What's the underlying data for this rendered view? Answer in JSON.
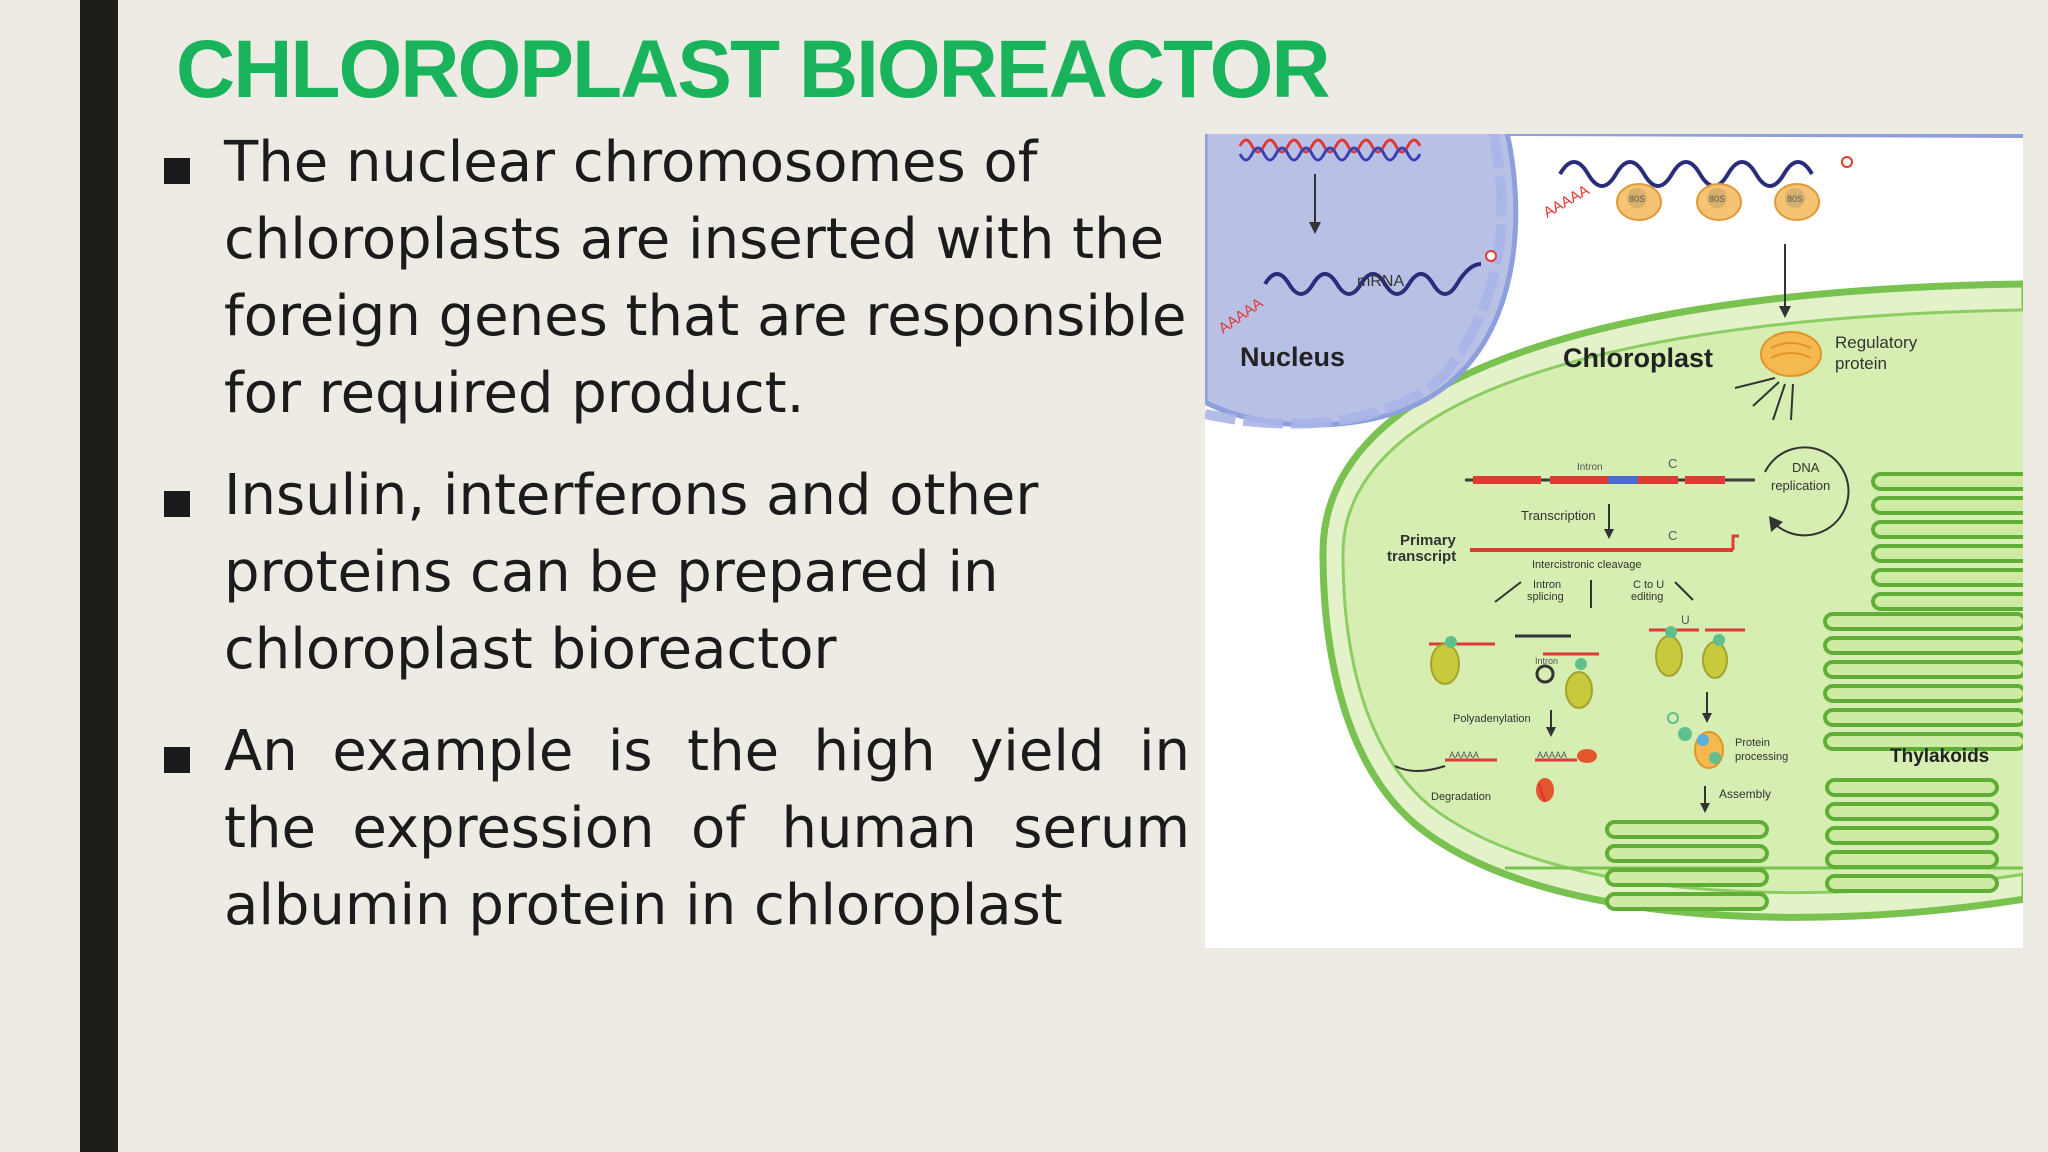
{
  "title": "CHLOROPLAST BIOREACTOR",
  "bullets": [
    "The nuclear chromosomes of chloroplasts are inserted with the foreign genes that are responsible for required product.",
    "Insulin, interferons and other proteins can be prepared in chloroplast bioreactor",
    "An example is the high yield in the expression of human serum albumin protein in chloroplast"
  ],
  "figure": {
    "nucleus": "Nucleus",
    "mrna": "mRNA",
    "chloroplast": "Chloroplast",
    "regulatory_protein": [
      "Regulatory",
      "protein"
    ],
    "dna_replication": [
      "DNA",
      "replication"
    ],
    "intron": "Intron",
    "c_label": "C",
    "u_label": "U",
    "transcription": "Transcription",
    "primary_transcript": [
      "Primary",
      "transcript"
    ],
    "intercistronic_cleavage": "Intercistronic cleavage",
    "intron_splicing": [
      "Intron",
      "splicing"
    ],
    "c_to_u_editing": [
      "C to U",
      "editing"
    ],
    "polyadenylation": "Polyadenylation",
    "polya": "AAAAA",
    "degradation": "Degradation",
    "protein_processing": [
      "Protein",
      "processing"
    ],
    "assembly": "Assembly",
    "thylakoids": "Thylakoids",
    "ribosome_label": "80S",
    "polya_tail": "AAAAA"
  },
  "colors": {
    "title": "#19b35b",
    "left_bar": "#1d1e17",
    "background": "#eeebe5",
    "chloroplast_fill": "#d9efb7",
    "chloroplast_stroke": "#78c14f",
    "nucleus_fill": "#b9c0e6",
    "rna_red": "#e03a34"
  }
}
